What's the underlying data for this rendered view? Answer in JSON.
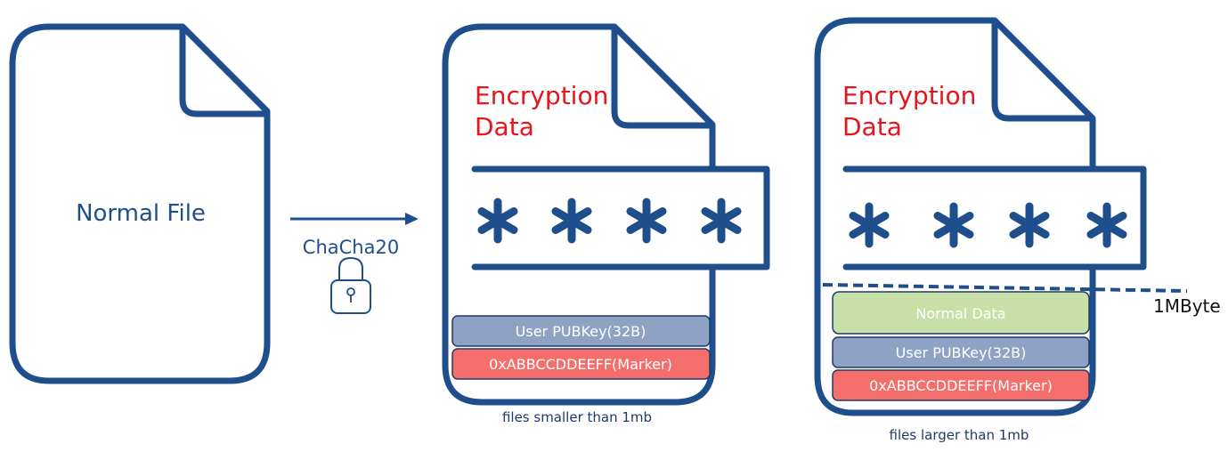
{
  "source_file": {
    "label": "Normal File"
  },
  "process": {
    "algorithm": "ChaCha20",
    "icon": "padlock-icon"
  },
  "small_file": {
    "title_line1": "Encryption",
    "title_line2": "Data",
    "mask": [
      "*",
      "*",
      "*",
      "*"
    ],
    "blocks": [
      {
        "name": "user-pubkey",
        "label": "User PUBKey(32B)",
        "color": "#8EA2C4"
      },
      {
        "name": "marker",
        "label": "0xABBCCDDEEFF(Marker)",
        "color": "#F46F6B"
      }
    ],
    "caption": "files smaller than 1mb"
  },
  "large_file": {
    "title_line1": "Encryption",
    "title_line2": "Data",
    "mask": [
      "*",
      "*",
      "*",
      "*"
    ],
    "boundary_label": "1MByte",
    "blocks": [
      {
        "name": "normal-data",
        "label": "Normal Data",
        "color": "#C7E0A8"
      },
      {
        "name": "user-pubkey",
        "label": "User PUBKey(32B)",
        "color": "#8EA2C4"
      },
      {
        "name": "marker",
        "label": "0xABBCCDDEEFF(Marker)",
        "color": "#F46F6B"
      }
    ],
    "caption": "files larger than 1mb"
  },
  "colors": {
    "outline": "#1F4E8C",
    "red_text": "#E8131B"
  }
}
